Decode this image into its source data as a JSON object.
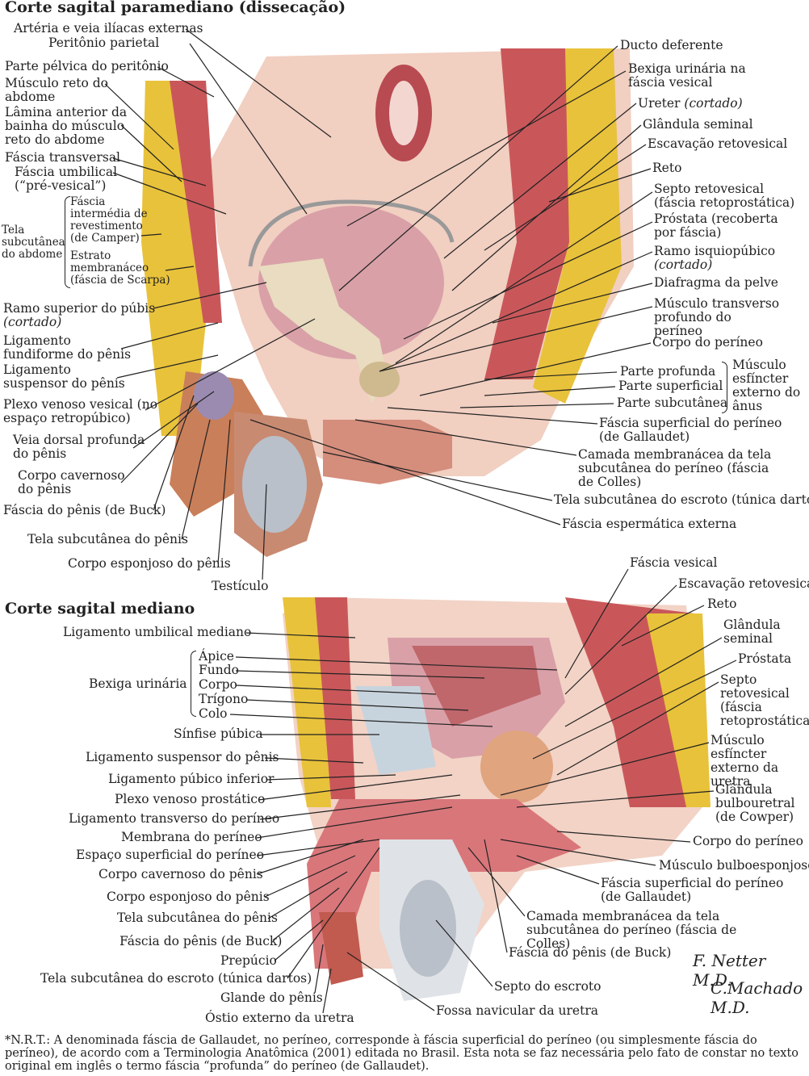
{
  "top": {
    "title": "Corte sagital paramediano (dissecação)",
    "left_labels": [
      "Artéria e veia ilíacas externas",
      "Peritônio parietal",
      "Parte pélvica do peritônio",
      "Músculo reto do abdome",
      "Lâmina anterior da bainha do músculo reto do abdome",
      "Fáscia transversal",
      "Fáscia umbilical (“pré-vesical”)",
      "Ramo superior do púbis",
      "(cortado)",
      "Ligamento fundiforme do pênis",
      "Ligamento suspensor do pênis",
      "Plexo venoso vesical (no espaço retropúbico)",
      "Veia dorsal profunda do pênis",
      "Corpo cavernoso do pênis",
      "Fáscia do pênis (de Buck)",
      "Tela subcutânea do pênis",
      "Corpo esponjoso do pênis",
      "Testículo"
    ],
    "tela_group": {
      "title": "Tela subcutânea do abdome",
      "items": [
        "Fáscia intermédia de revestimento (de Camper)",
        "Estrato membranáceo (fáscia de Scarpa)"
      ]
    },
    "right_labels": [
      "Ducto deferente",
      "Bexiga urinária na fáscia vesical",
      "Ureter",
      "(cortado)",
      "Glândula seminal",
      "Escavação retovesical",
      "Reto",
      "Septo retovesical (fáscia retoprostática)",
      "Próstata (recoberta por fáscia)",
      "Ramo isquiopúbico",
      "Diafragma da pelve",
      "Músculo transverso profundo do períneo",
      "Corpo do períneo",
      "Fáscia superficial do períneo (de Gallaudet)",
      "Camada membranácea da tela subcutânea do períneo (fáscia de Colles)",
      "Tela subcutânea do escroto (túnica dartos)",
      "Fáscia espermática externa"
    ],
    "sphincter_group": {
      "title": "Músculo esfíncter externo do ânus",
      "items": [
        "Parte profunda",
        "Parte superficial",
        "Parte subcutânea"
      ]
    }
  },
  "bottom": {
    "title": "Corte sagital mediano",
    "left_labels": [
      "Ligamento umbilical mediano",
      "Sínfise púbica",
      "Ligamento suspensor do pênis",
      "Ligamento púbico inferior",
      "Plexo venoso prostático",
      "Ligamento transverso do períneo",
      "Membrana do períneo",
      "Espaço superficial do períneo",
      "Corpo cavernoso do pênis",
      "Corpo esponjoso do pênis",
      "Tela subcutânea do pênis",
      "Fáscia do pênis (de Buck)",
      "Prepúcio",
      "Tela subcutânea do escroto (túnica dartos)",
      "Glande do pênis",
      "Óstio externo da uretra"
    ],
    "bladder_group": {
      "title": "Bexiga urinária",
      "items": [
        "Ápice",
        "Fundo",
        "Corpo",
        "Trígono",
        "Colo"
      ]
    },
    "right_labels": [
      "Fáscia vesical",
      "Escavação retovesical",
      "Reto",
      "Glândula seminal",
      "Próstata",
      "Septo retovesical (fáscia retoprostática)",
      "Músculo esfíncter externo da uretra",
      "Glândula bulbouretral (de Cowper)",
      "Corpo do períneo",
      "Músculo bulboesponjoso",
      "Fáscia superficial do períneo (de Gallaudet)",
      "Camada membranácea da tela subcutânea do períneo (fáscia de Colles)",
      "Fáscia do pênis (de Buck)",
      "Septo do escroto",
      "Fossa navicular da uretra"
    ]
  },
  "footnote": "*N.R.T.: A denominada fáscia de Gallaudet, no períneo, corresponde à fáscia superficial do períneo (ou simplesmente fáscia do períneo), de acordo com a Terminologia Anatômica (2001) editada no Brasil. Esta nota se faz necessária pelo fato de constar no texto original em inglês o termo fáscia “profunda” do períneo (de Gallaudet).",
  "signatures": [
    "F. Netter M.D.",
    "C.Machado M.D."
  ],
  "colors": {
    "muscle": "#c9575a",
    "fat": "#e8c23a",
    "bone": "#e9dcc0",
    "bladder": "#d9a0a8",
    "testis": "#b9c0c9",
    "fascia": "#d7e3ef"
  }
}
